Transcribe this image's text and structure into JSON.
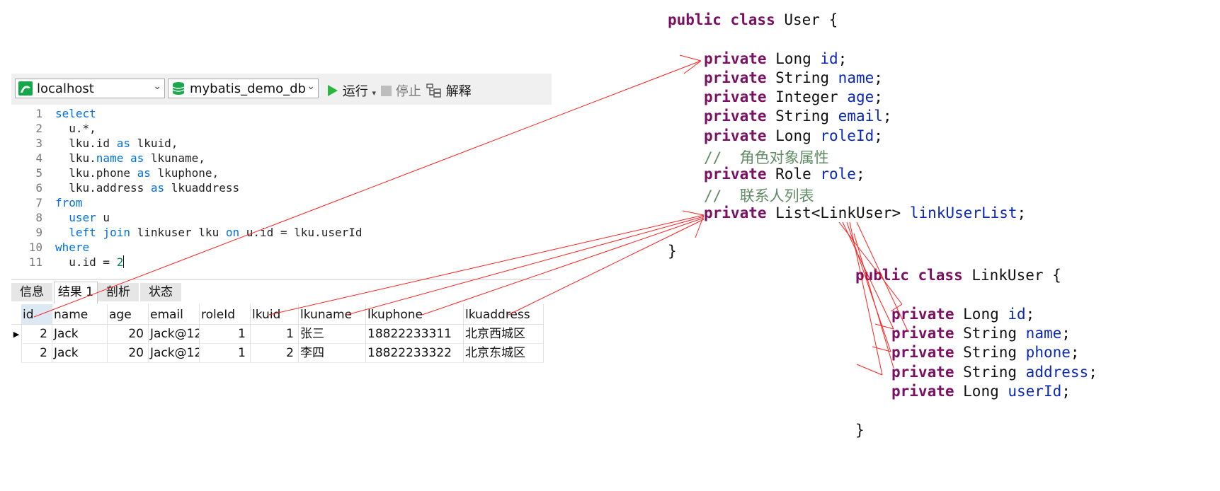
{
  "toolbar": {
    "connection": "localhost",
    "database": "mybatis_demo_db",
    "run_label": "运行",
    "stop_label": "停止",
    "explain_label": "解释"
  },
  "editor": {
    "line_numbers": [
      "1",
      "2",
      "3",
      "4",
      "5",
      "6",
      "7",
      "8",
      "9",
      "10",
      "11"
    ],
    "lines": [
      [
        {
          "t": "select",
          "k": 1
        }
      ],
      [
        {
          "t": "  u.*,"
        }
      ],
      [
        {
          "t": "  lku.id "
        },
        {
          "t": "as",
          "k": 1
        },
        {
          "t": " lkuid,"
        }
      ],
      [
        {
          "t": "  lku."
        },
        {
          "t": "name",
          "k": 1
        },
        {
          "t": " "
        },
        {
          "t": "as",
          "k": 1
        },
        {
          "t": " lkuname,"
        }
      ],
      [
        {
          "t": "  lku.phone "
        },
        {
          "t": "as",
          "k": 1
        },
        {
          "t": " lkuphone,"
        }
      ],
      [
        {
          "t": "  lku.address "
        },
        {
          "t": "as",
          "k": 1
        },
        {
          "t": " lkuaddress"
        }
      ],
      [
        {
          "t": "from",
          "k": 1
        }
      ],
      [
        {
          "t": "  "
        },
        {
          "t": "user",
          "k": 1
        },
        {
          "t": " u"
        }
      ],
      [
        {
          "t": "  "
        },
        {
          "t": "left",
          "k": 1
        },
        {
          "t": " "
        },
        {
          "t": "join",
          "k": 1
        },
        {
          "t": " linkuser lku "
        },
        {
          "t": "on",
          "k": 1
        },
        {
          "t": " u.id = lku.userId"
        }
      ],
      [
        {
          "t": "where",
          "k": 1
        }
      ],
      [
        {
          "t": "  u.id = "
        },
        {
          "t": "2",
          "n": 1
        }
      ]
    ]
  },
  "result_tabs": [
    "信息",
    "结果 1",
    "剖析",
    "状态"
  ],
  "result_table": {
    "columns": [
      "id",
      "name",
      "age",
      "email",
      "roleId",
      "lkuid",
      "lkuname",
      "lkuphone",
      "lkuaddress"
    ],
    "rows": [
      [
        "2",
        "Jack",
        "20",
        "Jack@12",
        "1",
        "1",
        "张三",
        "18822233311",
        "北京西城区"
      ],
      [
        "2",
        "Jack",
        "20",
        "Jack@12",
        "1",
        "2",
        "李四",
        "18822233322",
        "北京东城区"
      ]
    ]
  },
  "user_class": {
    "header": [
      {
        "t": "public class",
        "k": 1
      },
      {
        "t": " User {"
      }
    ],
    "fields": [
      [
        {
          "t": "private",
          "k": 1
        },
        {
          "t": " Long "
        },
        {
          "t": "id",
          "f": 1
        },
        {
          "t": ";"
        }
      ],
      [
        {
          "t": "private",
          "k": 1
        },
        {
          "t": " String "
        },
        {
          "t": "name",
          "f": 1
        },
        {
          "t": ";"
        }
      ],
      [
        {
          "t": "private",
          "k": 1
        },
        {
          "t": " Integer "
        },
        {
          "t": "age",
          "f": 1
        },
        {
          "t": ";"
        }
      ],
      [
        {
          "t": "private",
          "k": 1
        },
        {
          "t": " String "
        },
        {
          "t": "email",
          "f": 1
        },
        {
          "t": ";"
        }
      ],
      [
        {
          "t": "private",
          "k": 1
        },
        {
          "t": " Long "
        },
        {
          "t": "roleId",
          "f": 1
        },
        {
          "t": ";"
        }
      ],
      [
        {
          "t": "//  角色对象属性",
          "c": 1
        }
      ],
      [
        {
          "t": "private",
          "k": 1
        },
        {
          "t": " Role "
        },
        {
          "t": "role",
          "f": 1
        },
        {
          "t": ";"
        }
      ],
      [
        {
          "t": "//  联系人列表",
          "c": 1
        }
      ],
      [
        {
          "t": "private",
          "k": 1
        },
        {
          "t": " List<LinkUser> "
        },
        {
          "t": "linkUserList",
          "f": 1
        },
        {
          "t": ";"
        }
      ]
    ],
    "closing": "}"
  },
  "linkuser_class": {
    "header": [
      {
        "t": "public class",
        "k": 1
      },
      {
        "t": " LinkUser {"
      }
    ],
    "fields": [
      [
        {
          "t": "private",
          "k": 1
        },
        {
          "t": " Long "
        },
        {
          "t": "id",
          "f": 1
        },
        {
          "t": ";"
        }
      ],
      [
        {
          "t": "private",
          "k": 1
        },
        {
          "t": " String "
        },
        {
          "t": "name",
          "f": 1
        },
        {
          "t": ";"
        }
      ],
      [
        {
          "t": "private",
          "k": 1
        },
        {
          "t": " String "
        },
        {
          "t": "phone",
          "f": 1
        },
        {
          "t": ";"
        }
      ],
      [
        {
          "t": "private",
          "k": 1
        },
        {
          "t": " String "
        },
        {
          "t": "address",
          "f": 1
        },
        {
          "t": ";"
        }
      ],
      [
        {
          "t": "private",
          "k": 1
        },
        {
          "t": " Long "
        },
        {
          "t": "userId",
          "f": 1
        },
        {
          "t": ";"
        }
      ]
    ],
    "closing": "}"
  },
  "annotation_color": "#ff2020"
}
